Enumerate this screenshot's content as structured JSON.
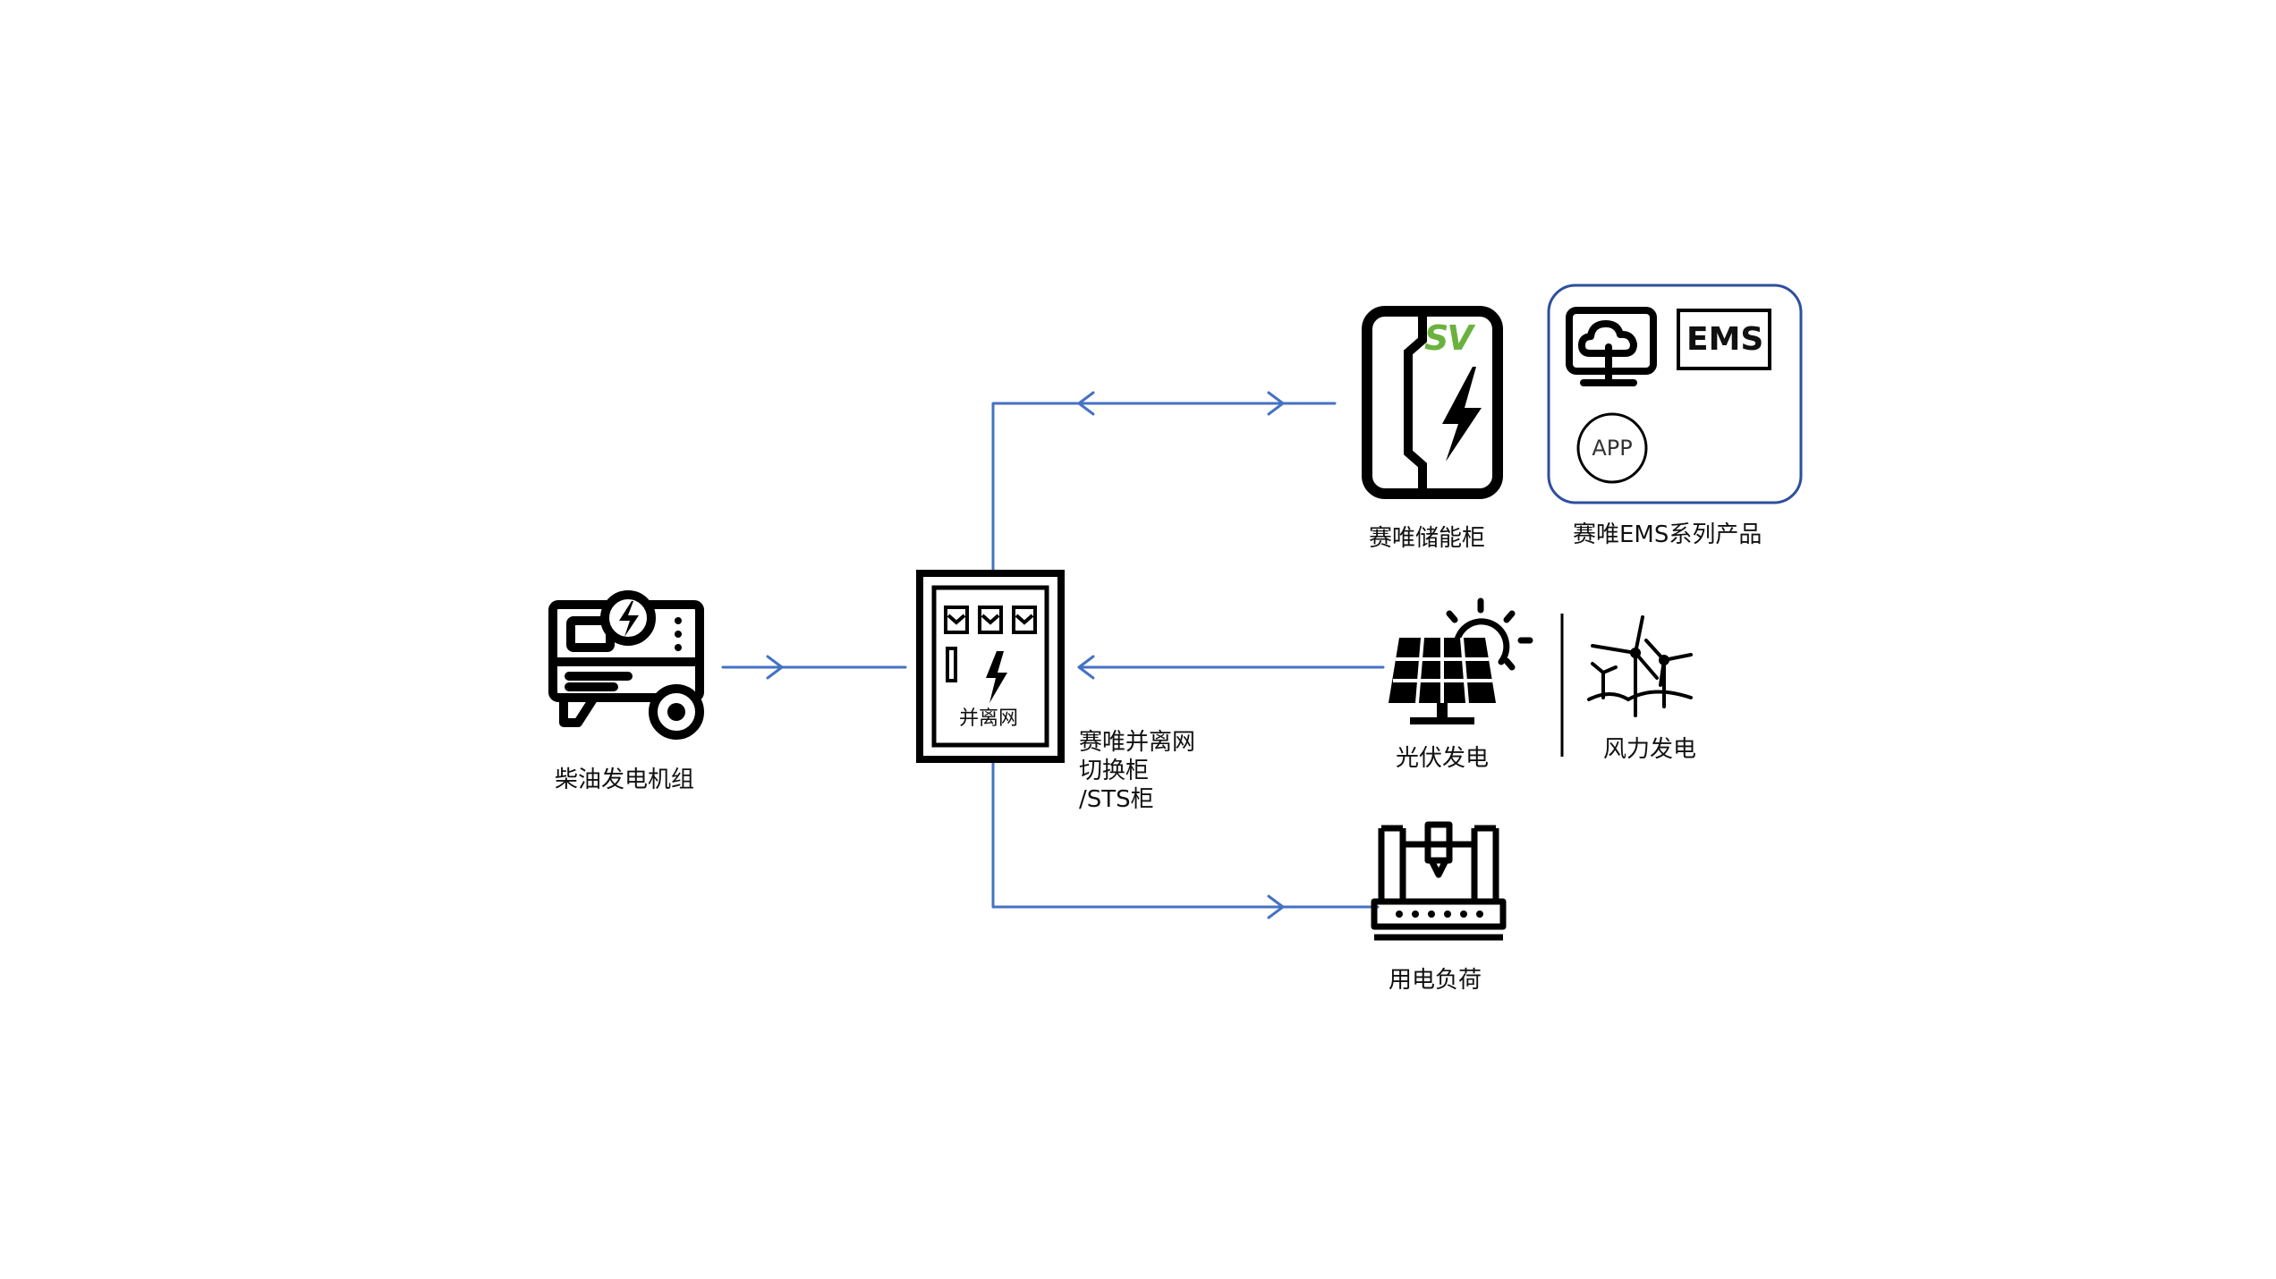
{
  "nodes": {
    "diesel": {
      "label": "柴油发电机组"
    },
    "switch_cabinet": {
      "inner_text": "并离网",
      "label_lines": [
        "赛唯并离网",
        "切换柜",
        "/STS柜"
      ]
    },
    "storage": {
      "label": "赛唯储能柜",
      "logo_text": "SV"
    },
    "ems": {
      "label": "赛唯EMS系列产品",
      "ems_text": "EMS",
      "app_text": "APP"
    },
    "solar": {
      "label": "光伏发电"
    },
    "wind": {
      "label": "风力发电"
    },
    "load": {
      "label": "用电负荷"
    }
  },
  "colors": {
    "connector": "#4472c4",
    "icon": "#000000",
    "logo_green": "#6ab23e",
    "ems_border": "#2e4f9e"
  },
  "icons": {
    "diesel": "generator-icon",
    "switch_cabinet": "switch-cabinet-icon",
    "storage": "battery-cabinet-icon",
    "cloud_monitor": "cloud-monitor-icon",
    "ems_box": "ems-icon",
    "app": "app-icon",
    "solar": "solar-panel-icon",
    "wind": "wind-turbine-icon",
    "load": "industrial-machine-icon"
  }
}
